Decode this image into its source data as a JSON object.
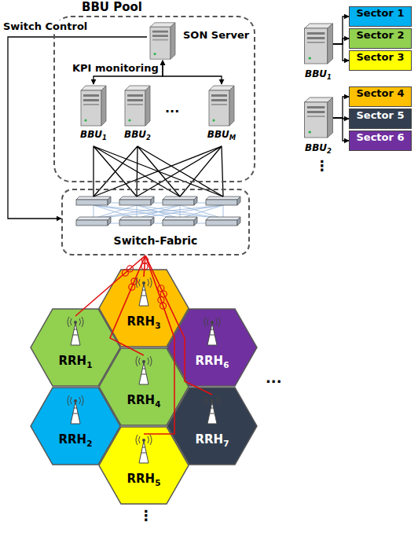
{
  "diagram": {
    "nodes": [
      {
        "text": [
          "BBU Pool"
        ]
      },
      {
        "text": [
          "SON Server"
        ],
        "in": 0
      },
      {
        "text": [
          "BBU1"
        ],
        "in": 0
      },
      {
        "text": [
          "BBU2"
        ],
        "in": 0
      },
      {
        "text": [
          "BBUM"
        ],
        "in": 0
      },
      {
        "text": [
          "Switch-Fabric"
        ]
      },
      {
        "text": [
          "RRH3"
        ]
      },
      {
        "text": [
          "RRH1"
        ]
      },
      {
        "text": [
          "RRH6"
        ]
      },
      {
        "text": [
          "RRH4"
        ]
      },
      {
        "text": [
          "RRH2"
        ]
      },
      {
        "text": [
          "RRH7"
        ]
      },
      {
        "text": [
          "RRH5"
        ]
      },
      {
        "text": [
          "BBU1"
        ]
      },
      {
        "text": [
          "Sector 1"
        ]
      },
      {
        "text": [
          "Sector 2"
        ]
      },
      {
        "text": [
          "Sector 3"
        ]
      },
      {
        "text": [
          "BBU2"
        ]
      },
      {
        "text": [
          "Sector 4"
        ]
      },
      {
        "text": [
          "Sector 5"
        ]
      },
      {
        "text": [
          "Sector 6"
        ]
      }
    ],
    "edges": [
      {
        "from": 1,
        "to": 5,
        "arrow": "to",
        "label": "Switch Control"
      },
      {
        "from": 1,
        "to": 2,
        "arrow": "both"
      },
      {
        "from": 1,
        "to": 4,
        "arrow": "both"
      },
      {
        "from": 2,
        "to": 5,
        "arrow": "none"
      },
      {
        "from": 3,
        "to": 5,
        "arrow": "none"
      },
      {
        "from": 4,
        "to": 5,
        "arrow": "none"
      },
      {
        "from": 5,
        "to": 7,
        "arrow": "none"
      },
      {
        "from": 5,
        "to": 6,
        "arrow": "none"
      },
      {
        "from": 5,
        "to": 9,
        "arrow": "none"
      },
      {
        "from": 5,
        "to": 12,
        "arrow": "none"
      },
      {
        "from": 5,
        "to": 11,
        "arrow": "none"
      },
      {
        "from": 13,
        "to": 14,
        "arrow": "to"
      },
      {
        "from": 13,
        "to": 15,
        "arrow": "to"
      },
      {
        "from": 13,
        "to": 16,
        "arrow": "to"
      },
      {
        "from": 17,
        "to": 18,
        "arrow": "to"
      },
      {
        "from": 17,
        "to": 19,
        "arrow": "to"
      },
      {
        "from": 17,
        "to": 20,
        "arrow": "to"
      }
    ],
    "labels": [
      "KPI monitoring",
      "...",
      "...",
      "⋮",
      "⋮"
    ]
  }
}
